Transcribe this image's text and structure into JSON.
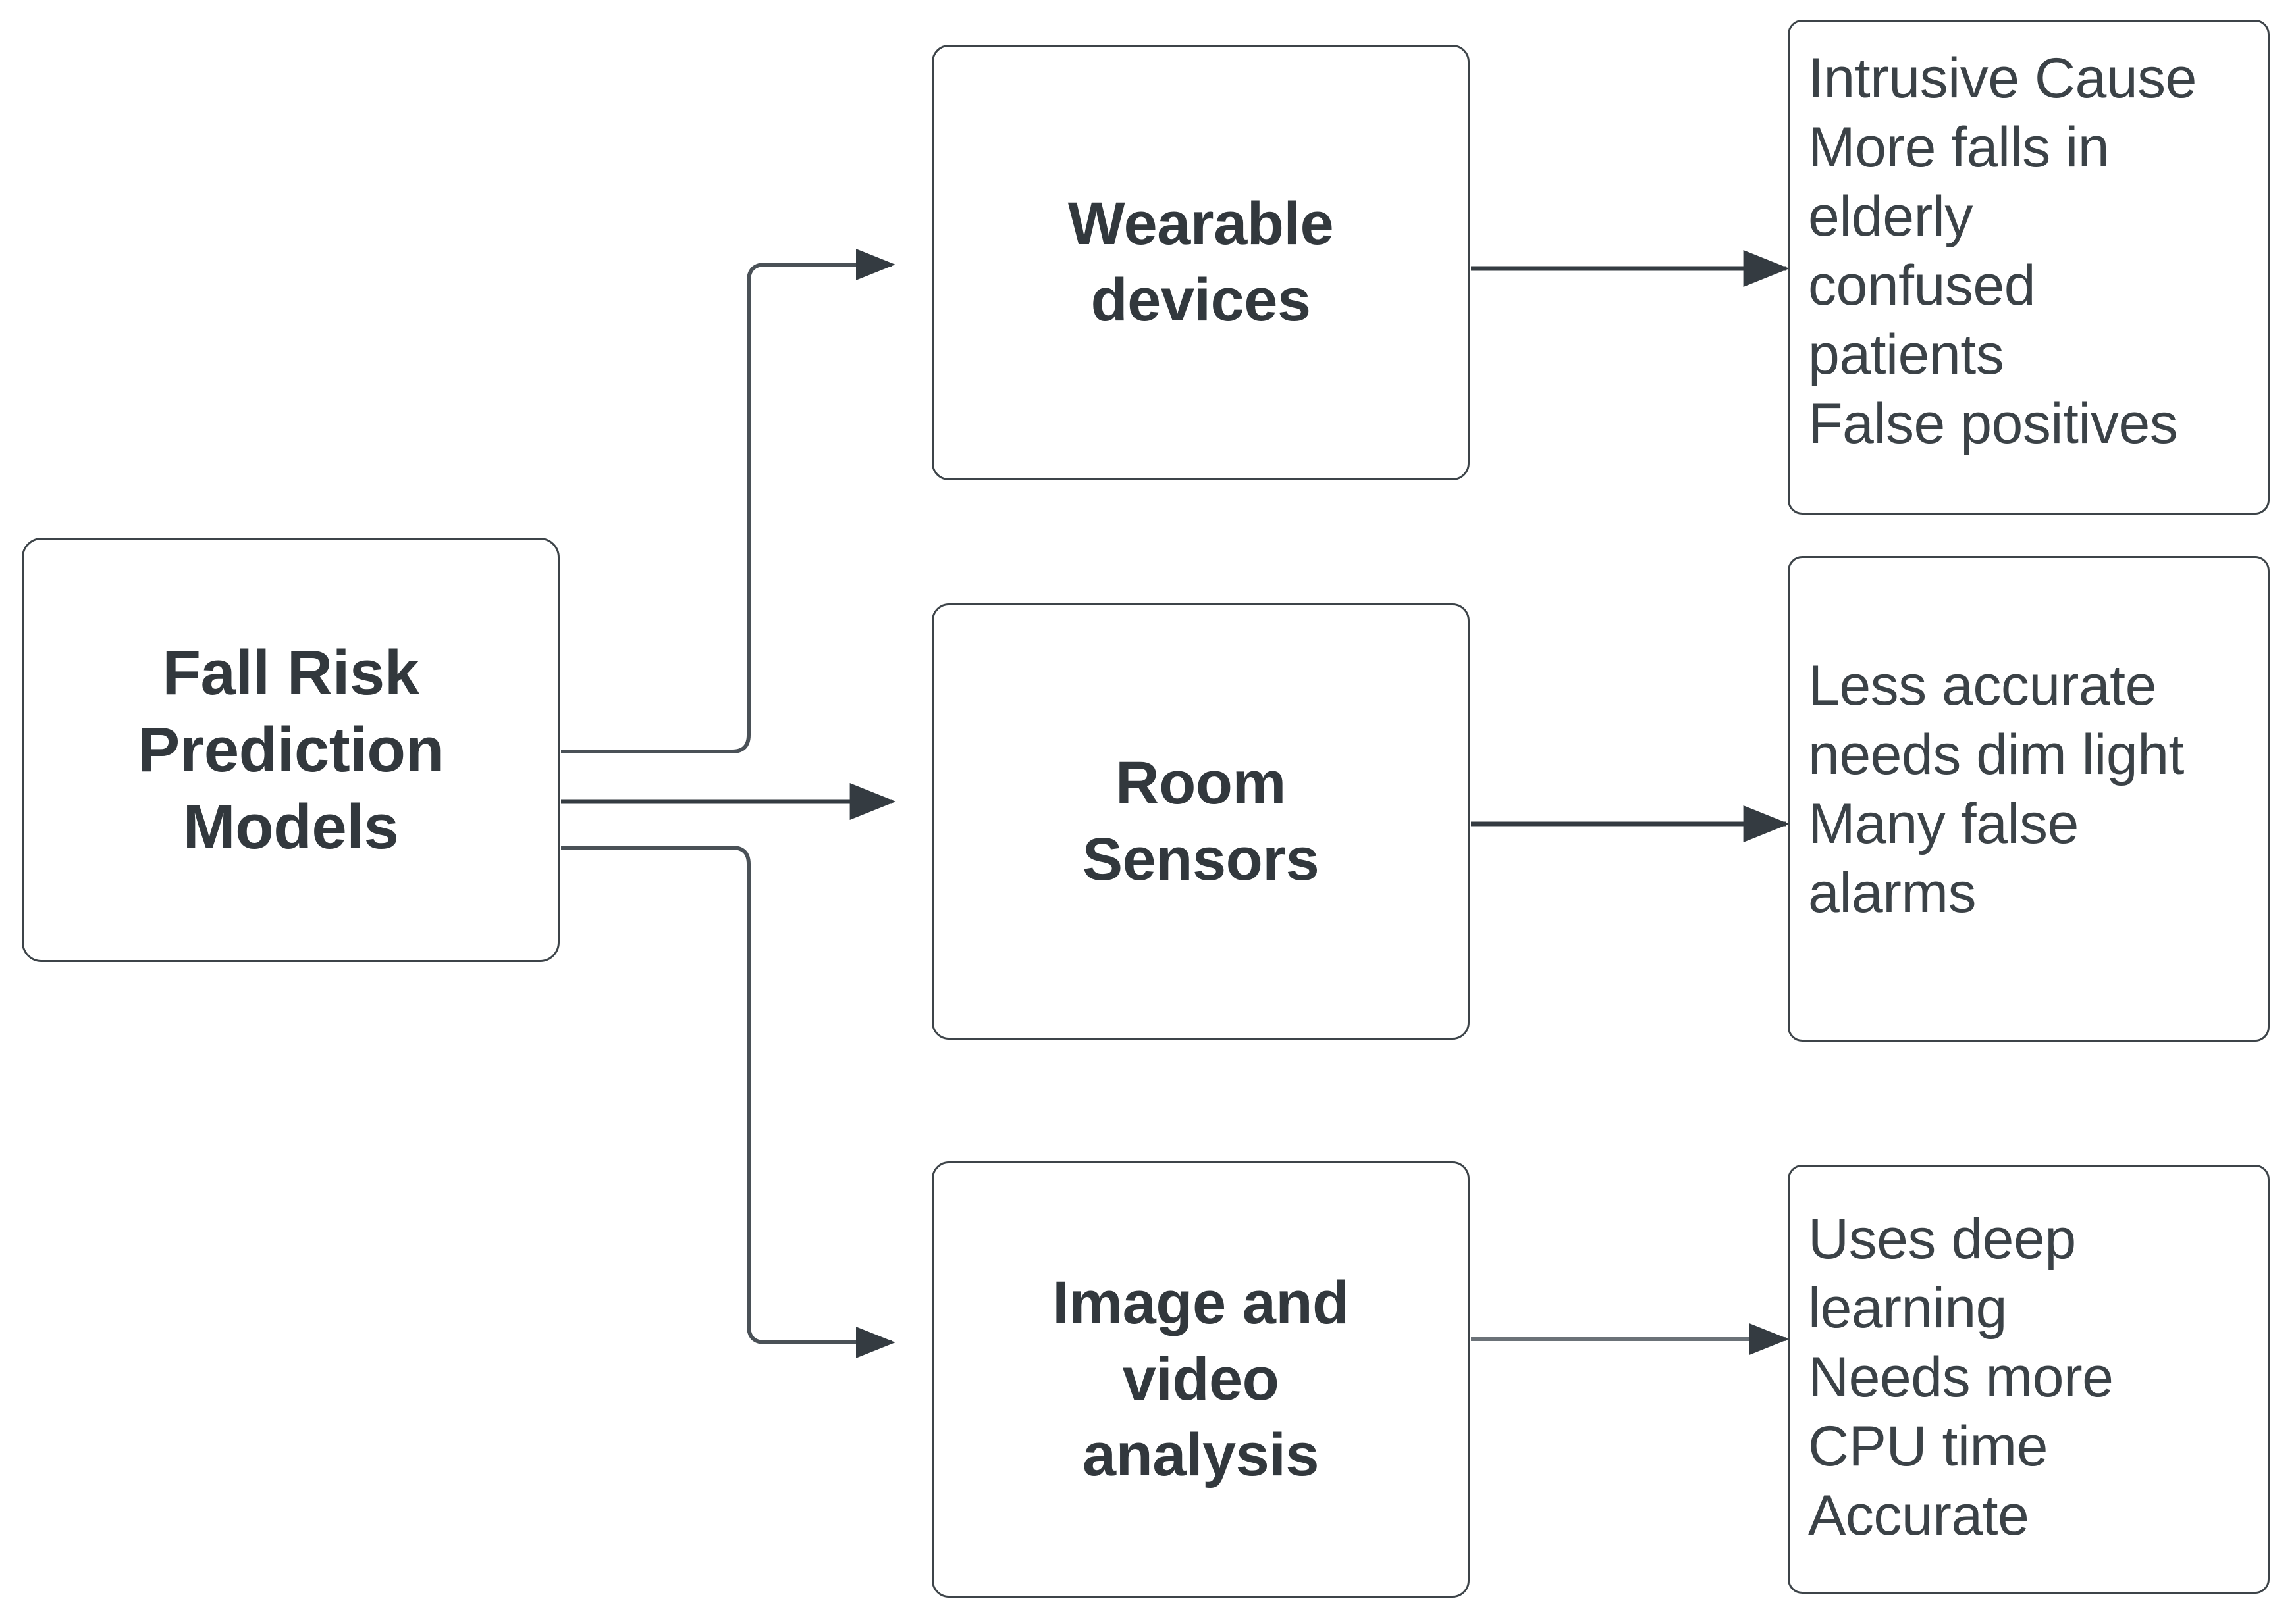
{
  "diagram": {
    "title": "Fall Risk Prediction Models",
    "type": "flowchart",
    "orientation": "left-to-right",
    "background_color": "#ffffff",
    "node_border_color": "#3d4449",
    "node_fill_color": "#ffffff",
    "text_color": "#32383d",
    "arrow_color": "#3a4146"
  },
  "root": {
    "label": "Fall Risk\nPrediction\nModels"
  },
  "methods": [
    {
      "id": "wearable",
      "label": "Wearable\ndevices"
    },
    {
      "id": "room",
      "label": "Room\nSensors"
    },
    {
      "id": "image",
      "label": "Image and\nvideo\nanalysis"
    }
  ],
  "outcomes": [
    {
      "id": "wearable-outcome",
      "label": "Intrusive Cause\nMore falls in\nelderly\nconfused\npatients\nFalse positives"
    },
    {
      "id": "room-outcome",
      "label": "Less accurate\nneeds dim light\nMany false\nalarms"
    },
    {
      "id": "image-outcome",
      "label": "Uses deep\nlearning\nNeeds more\nCPU time\nAccurate"
    }
  ],
  "edges": [
    {
      "from": "root",
      "to": "wearable",
      "style": "orthogonal",
      "arrowhead": true
    },
    {
      "from": "root",
      "to": "room",
      "style": "straight",
      "arrowhead": true
    },
    {
      "from": "root",
      "to": "image",
      "style": "orthogonal",
      "arrowhead": true
    },
    {
      "from": "wearable",
      "to": "wearable-outcome",
      "style": "straight",
      "arrowhead": true
    },
    {
      "from": "room",
      "to": "room-outcome",
      "style": "straight",
      "arrowhead": true
    },
    {
      "from": "image",
      "to": "image-outcome",
      "style": "straight",
      "arrowhead": true
    }
  ]
}
